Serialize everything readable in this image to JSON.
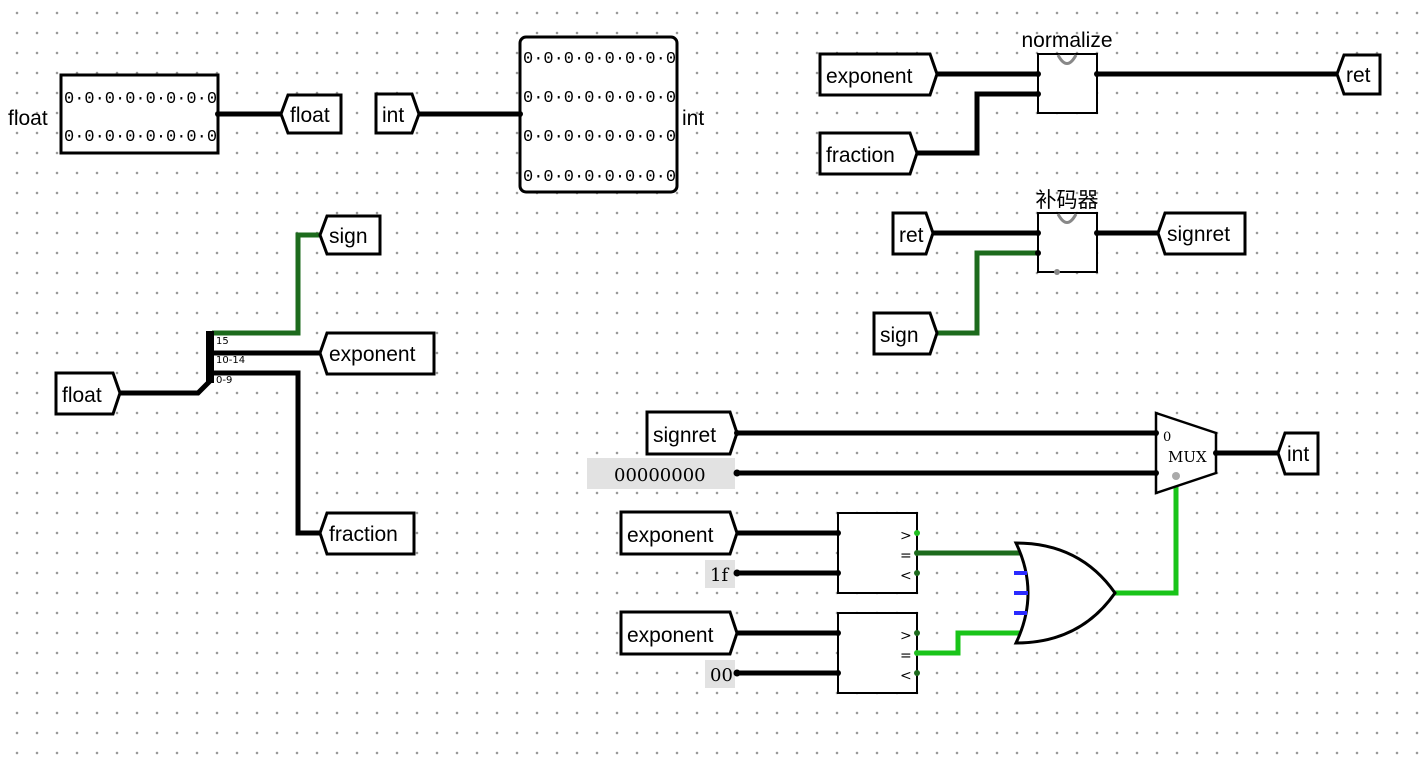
{
  "circuit": {
    "probe_float": {
      "label": "float",
      "rows": [
        "0·0·0·0·0·0·0·0",
        "0·0·0·0·0·0·0·0"
      ]
    },
    "probe_int": {
      "label": "int",
      "rows": [
        "0·0·0·0·0·0·0·0",
        "0·0·0·0·0·0·0·0",
        "0·0·0·0·0·0·0·0",
        "0·0·0·0·0·0·0·0"
      ]
    },
    "tunnels": {
      "float_out": "float",
      "int_in": "int",
      "sign_out": "sign",
      "exponent_out": "exponent",
      "fraction_out": "fraction",
      "float_in": "float",
      "exponent_in_norm": "exponent",
      "fraction_in_norm": "fraction",
      "ret_out": "ret",
      "ret_in": "ret",
      "sign_in": "sign",
      "signret_out": "signret",
      "signret_in": "signret",
      "int_out": "int",
      "exponent_cmp1": "exponent",
      "exponent_cmp2": "exponent"
    },
    "splitter_labels": [
      "15",
      "10-14",
      "0-9"
    ],
    "subcircuits": {
      "normalize": "normalize",
      "complement": "补码器"
    },
    "mux": {
      "label": "MUX",
      "input0": "0"
    },
    "constants": {
      "zero32": "00000000",
      "c1f": "1f",
      "c00": "00"
    },
    "comparator_symbols": [
      ">",
      "=",
      "<"
    ],
    "colors": {
      "wire": "#000000",
      "wire_dark_green": "#1d6b1d",
      "wire_light_green": "#19c419",
      "inverted_input": "#2a2aff"
    }
  }
}
